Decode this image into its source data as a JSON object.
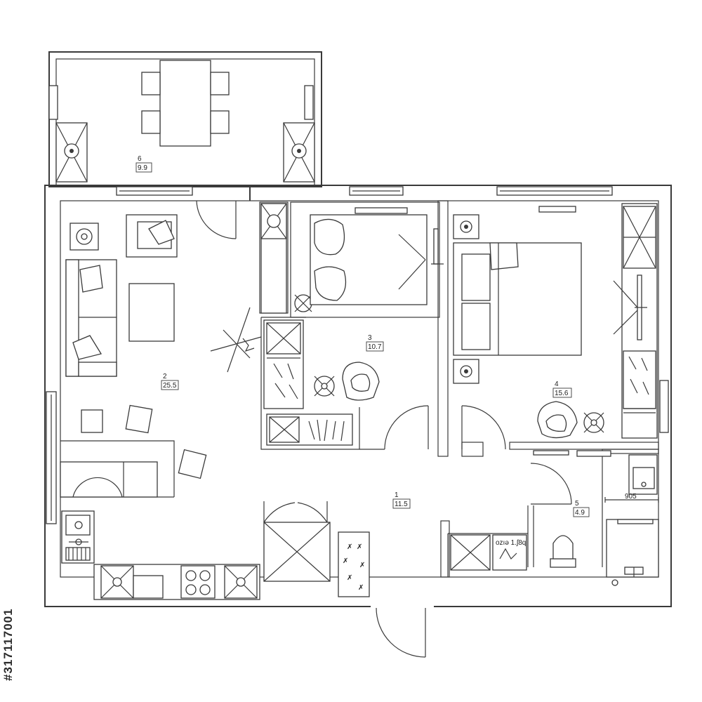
{
  "plan": {
    "rooms": [
      {
        "number": "1",
        "area": "11.5"
      },
      {
        "number": "2",
        "area": "25.5"
      },
      {
        "number": "3",
        "area": "10.7"
      },
      {
        "number": "4",
        "area": "15.6"
      },
      {
        "number": "5",
        "area": "4.9"
      },
      {
        "number": "6",
        "area": "9.9"
      }
    ],
    "dimension_label": "905",
    "appliance_label": "ozıə 1.ʃ8q"
  },
  "stock_id": "#317117001"
}
